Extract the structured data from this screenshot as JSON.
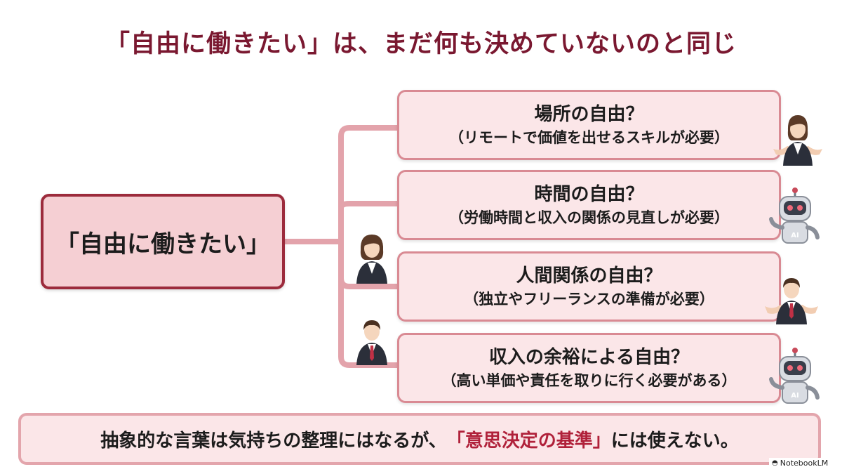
{
  "title": "「自由に働きたい」は、まだ何も決めていないのと同じ",
  "root_label": "「自由に働きたい」",
  "branches": [
    {
      "title": "場所の自由？",
      "subtitle": "（リモートで価値を出せるスキルが必要）"
    },
    {
      "title": "時間の自由？",
      "subtitle": "（労働時間と収入の関係の見直しが必要）"
    },
    {
      "title": "人間関係の自由？",
      "subtitle": "（独立やフリーランスの準備が必要）"
    },
    {
      "title": "収入の余裕による自由？",
      "subtitle": "（高い単価や責任を取りに行く必要がある）"
    }
  ],
  "summary": {
    "before": "抽象的な言葉は気持ちの整理にはなるが、",
    "highlight": "「意思決定の基準」",
    "after": "には使えない。"
  },
  "robot_badge": "AI",
  "brand": "NotebookLM",
  "colors": {
    "title": "#7a1830",
    "root_border": "#9c2b3c",
    "root_fill": "#f5cfd3",
    "branch_fill": "#fbe6e8",
    "connector": "#e3a3ab",
    "highlight": "#b0213a"
  },
  "icons": [
    "businesswoman-icon",
    "robot-icon",
    "businessman-icon"
  ]
}
